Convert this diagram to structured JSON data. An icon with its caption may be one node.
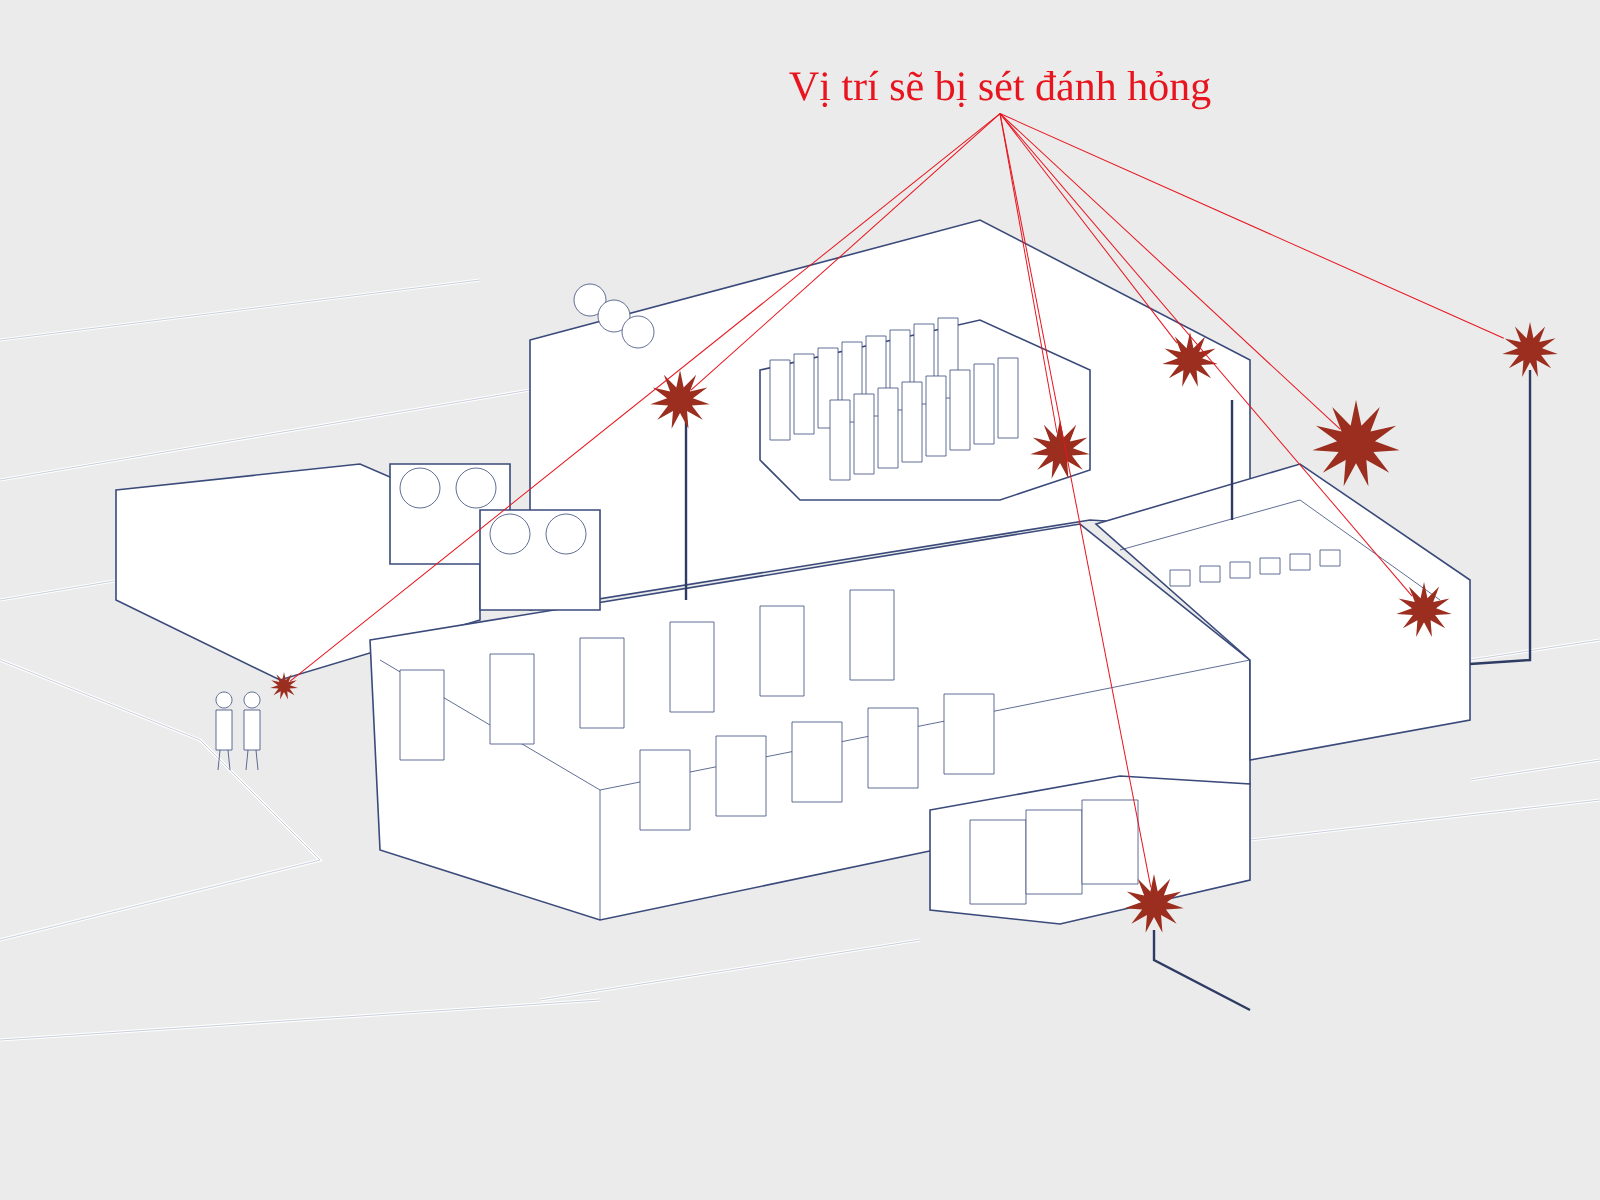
{
  "diagram": {
    "nodes": [
      {
        "text": [
          "Vị trí sẽ bị sét đánh hỏng"
        ]
      },
      {
        "text": [],
        "shape": "star"
      },
      {
        "text": [],
        "shape": "star"
      },
      {
        "text": [],
        "shape": "star"
      },
      {
        "text": [],
        "shape": "star"
      },
      {
        "text": [],
        "shape": "star"
      },
      {
        "text": [],
        "shape": "star"
      },
      {
        "text": [],
        "shape": "star"
      },
      {
        "text": [],
        "shape": "star"
      }
    ],
    "edges": [
      {
        "from": 0,
        "to": 1,
        "arrow": "none"
      },
      {
        "from": 0,
        "to": 2,
        "arrow": "none"
      },
      {
        "from": 0,
        "to": 3,
        "arrow": "none"
      },
      {
        "from": 0,
        "to": 4,
        "arrow": "none"
      },
      {
        "from": 0,
        "to": 5,
        "arrow": "none"
      },
      {
        "from": 0,
        "to": 6,
        "arrow": "none"
      },
      {
        "from": 0,
        "to": 7,
        "arrow": "none"
      },
      {
        "from": 0,
        "to": 8,
        "arrow": "none"
      }
    ]
  }
}
